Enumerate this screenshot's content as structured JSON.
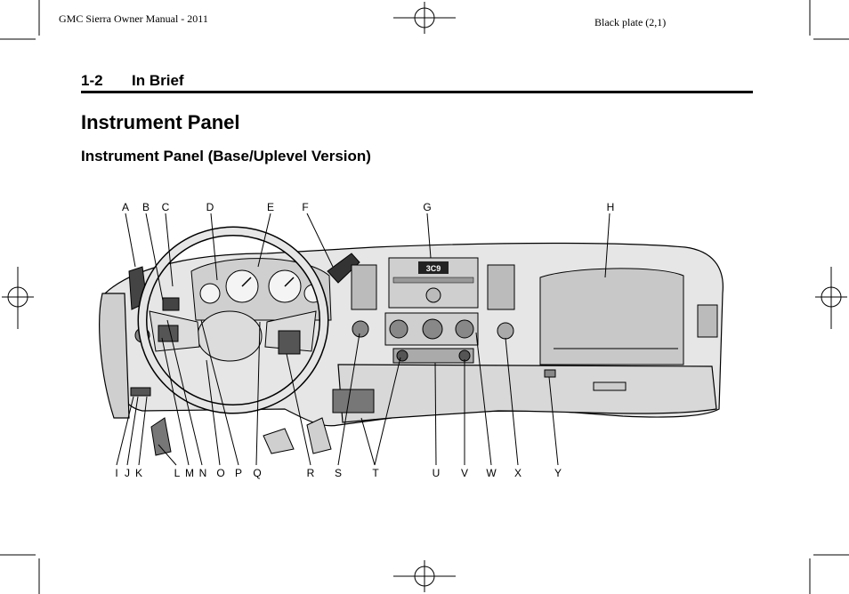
{
  "header": {
    "manual_title": "GMC Sierra Owner Manual - 2011",
    "plate": "Black plate (2,1)"
  },
  "section": {
    "number": "1-2",
    "title": "In Brief"
  },
  "heading": "Instrument Panel",
  "subheading": "Instrument Panel (Base/Uplevel Version)",
  "figure": {
    "radio_display": "3C9",
    "top_labels": [
      "A",
      "B",
      "C",
      "D",
      "E",
      "F",
      "G",
      "H"
    ],
    "bottom_labels": [
      "I",
      "J",
      "K",
      "L",
      "M",
      "N",
      "O",
      "P",
      "Q",
      "R",
      "S",
      "T",
      "U",
      "V",
      "W",
      "X",
      "Y"
    ]
  }
}
